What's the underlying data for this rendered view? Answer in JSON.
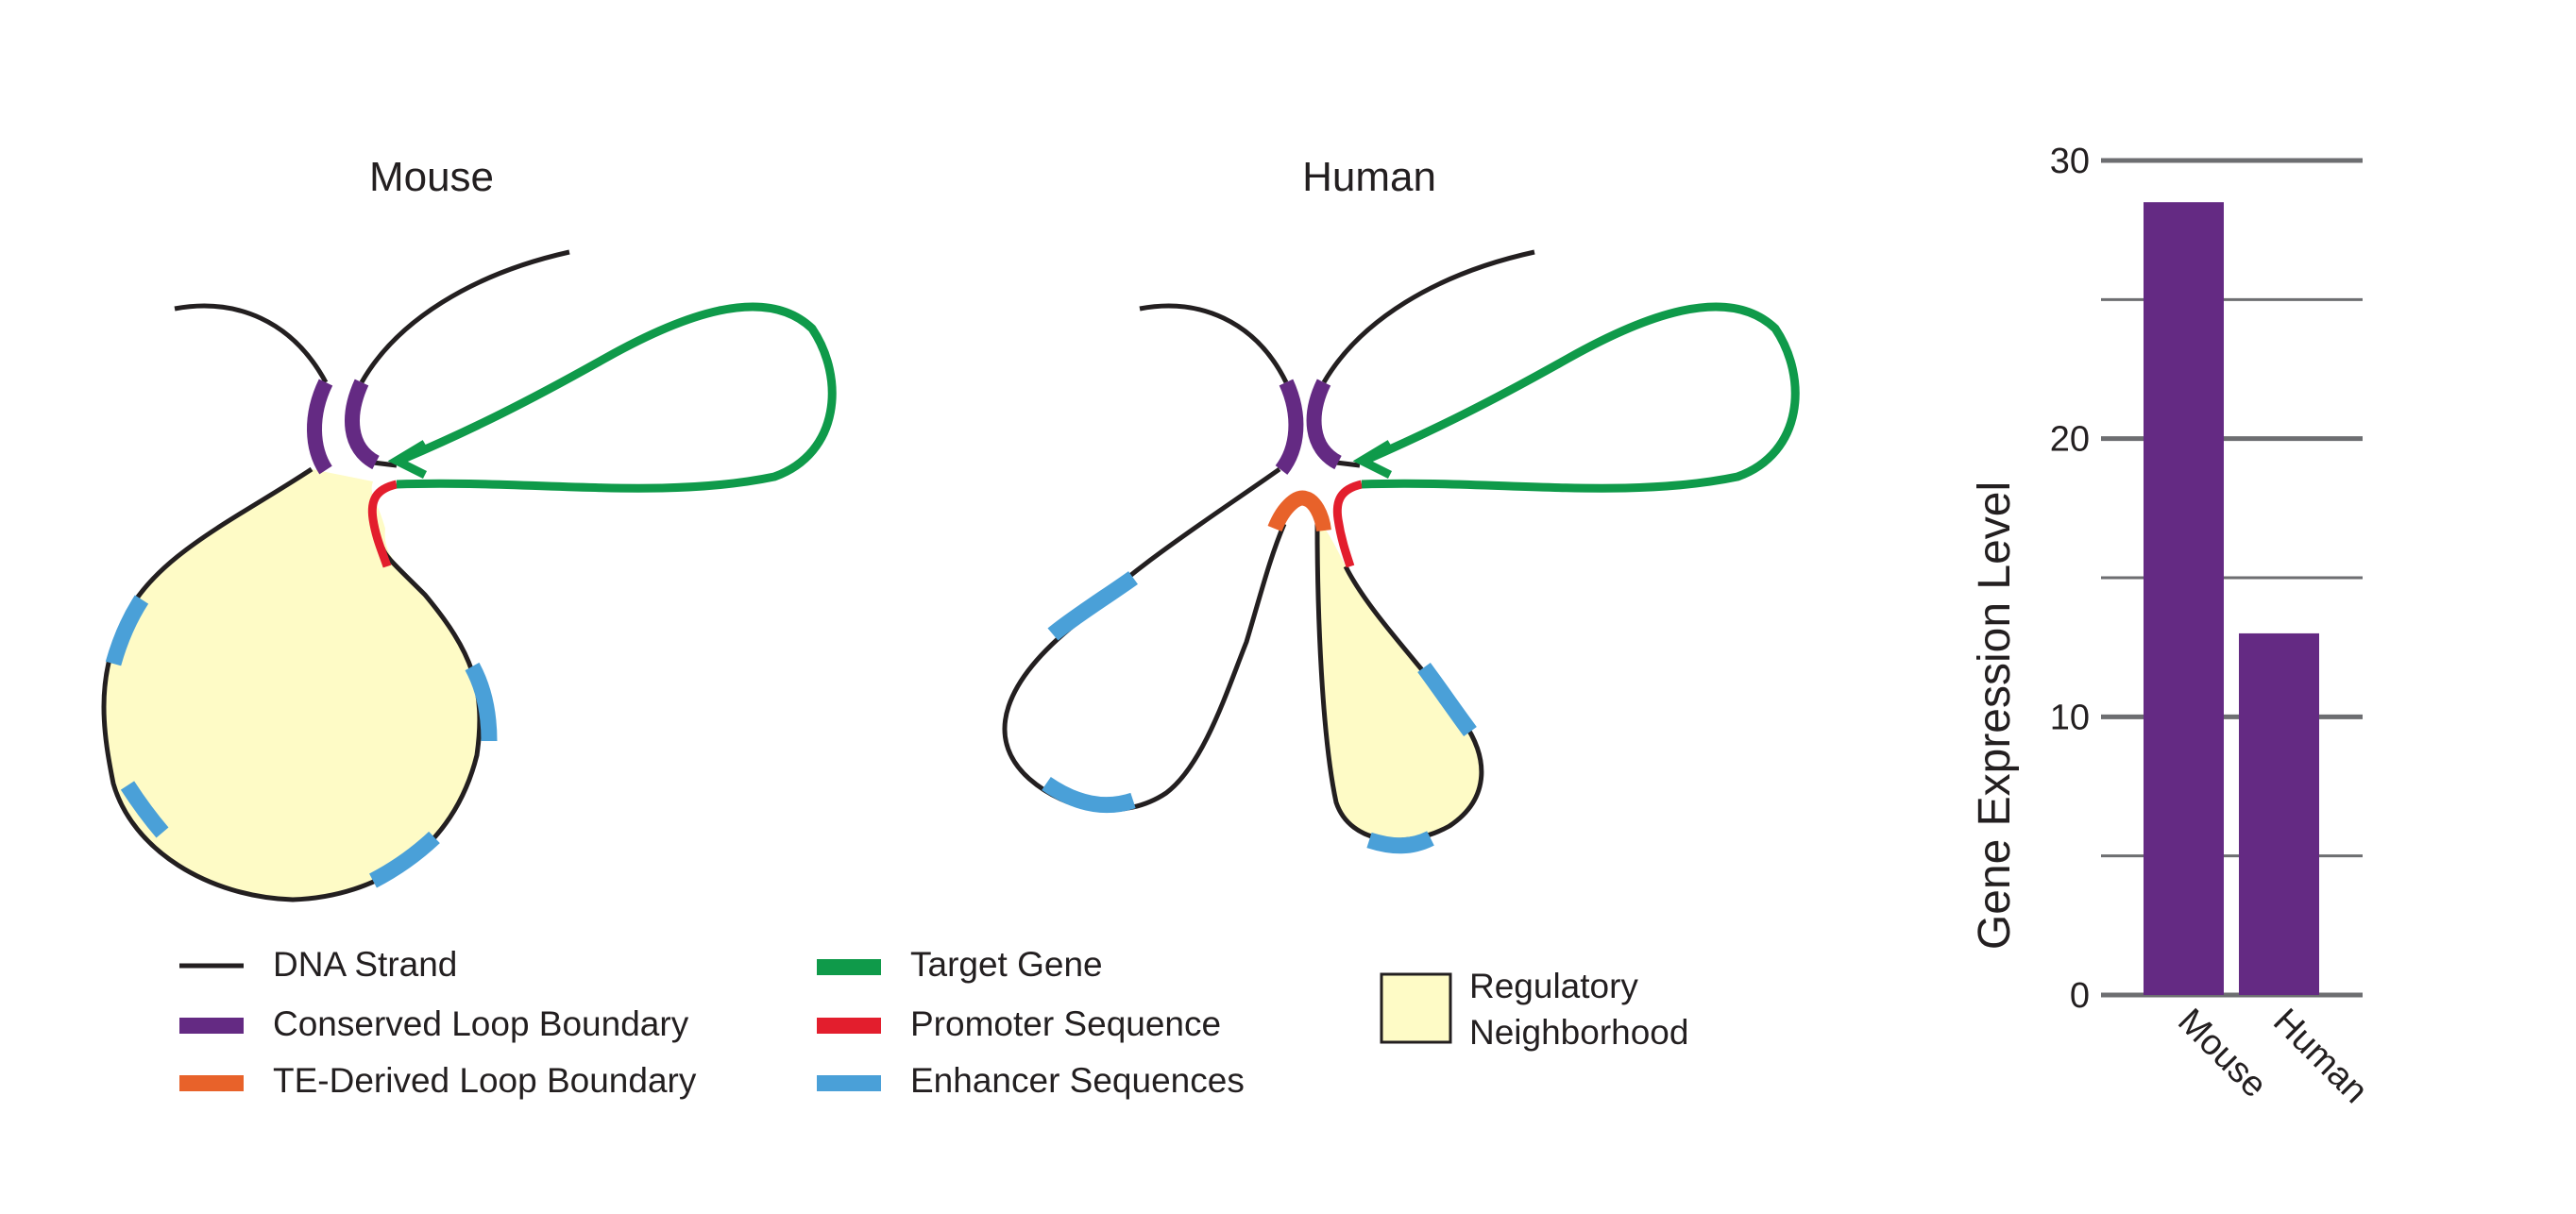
{
  "panels": {
    "mouse_title": "Mouse",
    "human_title": "Human"
  },
  "legend": {
    "dna_strand": "DNA Strand",
    "conserved_boundary": "Conserved Loop Boundary",
    "te_boundary": "TE-Derived Loop Boundary",
    "target_gene": "Target Gene",
    "promoter": "Promoter Sequence",
    "enhancer": "Enhancer Sequences",
    "regulatory_line1": "Regulatory",
    "regulatory_line2": "Neighborhood"
  },
  "colors": {
    "dna": "#231f20",
    "conserved": "#642a83",
    "te": "#e8622a",
    "target": "#0f9a4a",
    "promoter": "#e31e2d",
    "enhancer": "#4aa0d8",
    "neighborhood": "#fefbc6",
    "bar": "#642a83",
    "grid": "#6d6e71"
  },
  "chart_data": {
    "type": "bar",
    "categories": [
      "Mouse",
      "Human"
    ],
    "values": [
      28.5,
      13
    ],
    "ylabel": "Gene Expression Level",
    "ylim": [
      0,
      30
    ],
    "yticks": [
      0,
      10,
      20,
      30
    ],
    "grid": true
  }
}
